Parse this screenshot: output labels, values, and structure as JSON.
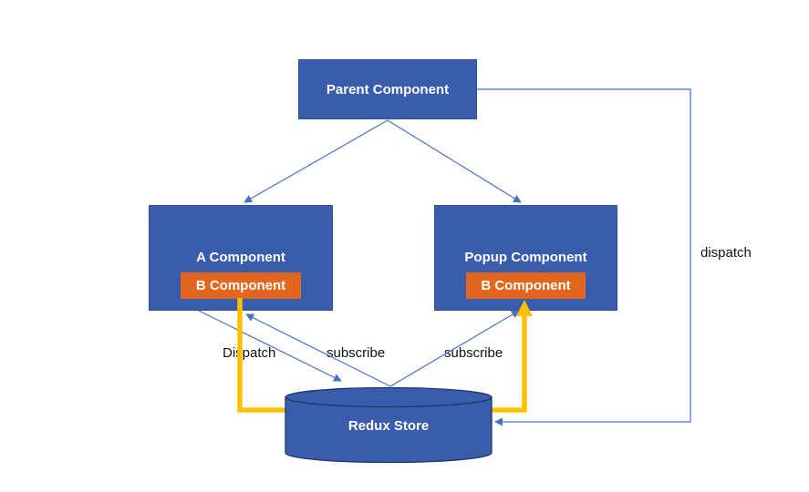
{
  "diagram": {
    "title_hint": "Redux data-flow architecture diagram",
    "nodes": {
      "parent": {
        "label": "Parent Component"
      },
      "a": {
        "label": "A Component",
        "child": {
          "label": "B Component"
        }
      },
      "popup": {
        "label": "Popup Component",
        "child": {
          "label": "B Component"
        }
      },
      "store": {
        "label": "Redux Store",
        "shape": "cylinder"
      }
    },
    "edge_labels": {
      "dispatch_a": "Dispatch",
      "subscribe_a": "subscribe",
      "subscribe_popup": "subscribe",
      "dispatch_parent": "dispatch"
    },
    "edges": [
      {
        "from": "parent",
        "to": "a",
        "style": "blue-arrow"
      },
      {
        "from": "parent",
        "to": "popup",
        "style": "blue-arrow"
      },
      {
        "from": "parent",
        "to": "store",
        "label": "dispatch",
        "style": "blue-arrow",
        "route": "right-side-orthogonal"
      },
      {
        "from": "a",
        "to": "store",
        "label": "Dispatch",
        "style": "blue-arrow"
      },
      {
        "from": "store",
        "to": "a.child",
        "label": "subscribe",
        "style": "blue-arrow"
      },
      {
        "from": "store",
        "to": "popup.child",
        "label": "subscribe",
        "style": "blue-arrow"
      },
      {
        "from": "a.child",
        "to": "popup.child",
        "via": "store",
        "style": "yellow-highlight-arrow"
      }
    ],
    "colors": {
      "node_blue": "#3a5cad",
      "node_blue_border": "#2f5496",
      "cylinder_outline": "#1f3864",
      "child_orange": "#e2661e",
      "connector_blue": "#4472c4",
      "highlight_yellow": "#ffc000",
      "node_text": "#ffffff",
      "label_text": "#111111"
    }
  }
}
